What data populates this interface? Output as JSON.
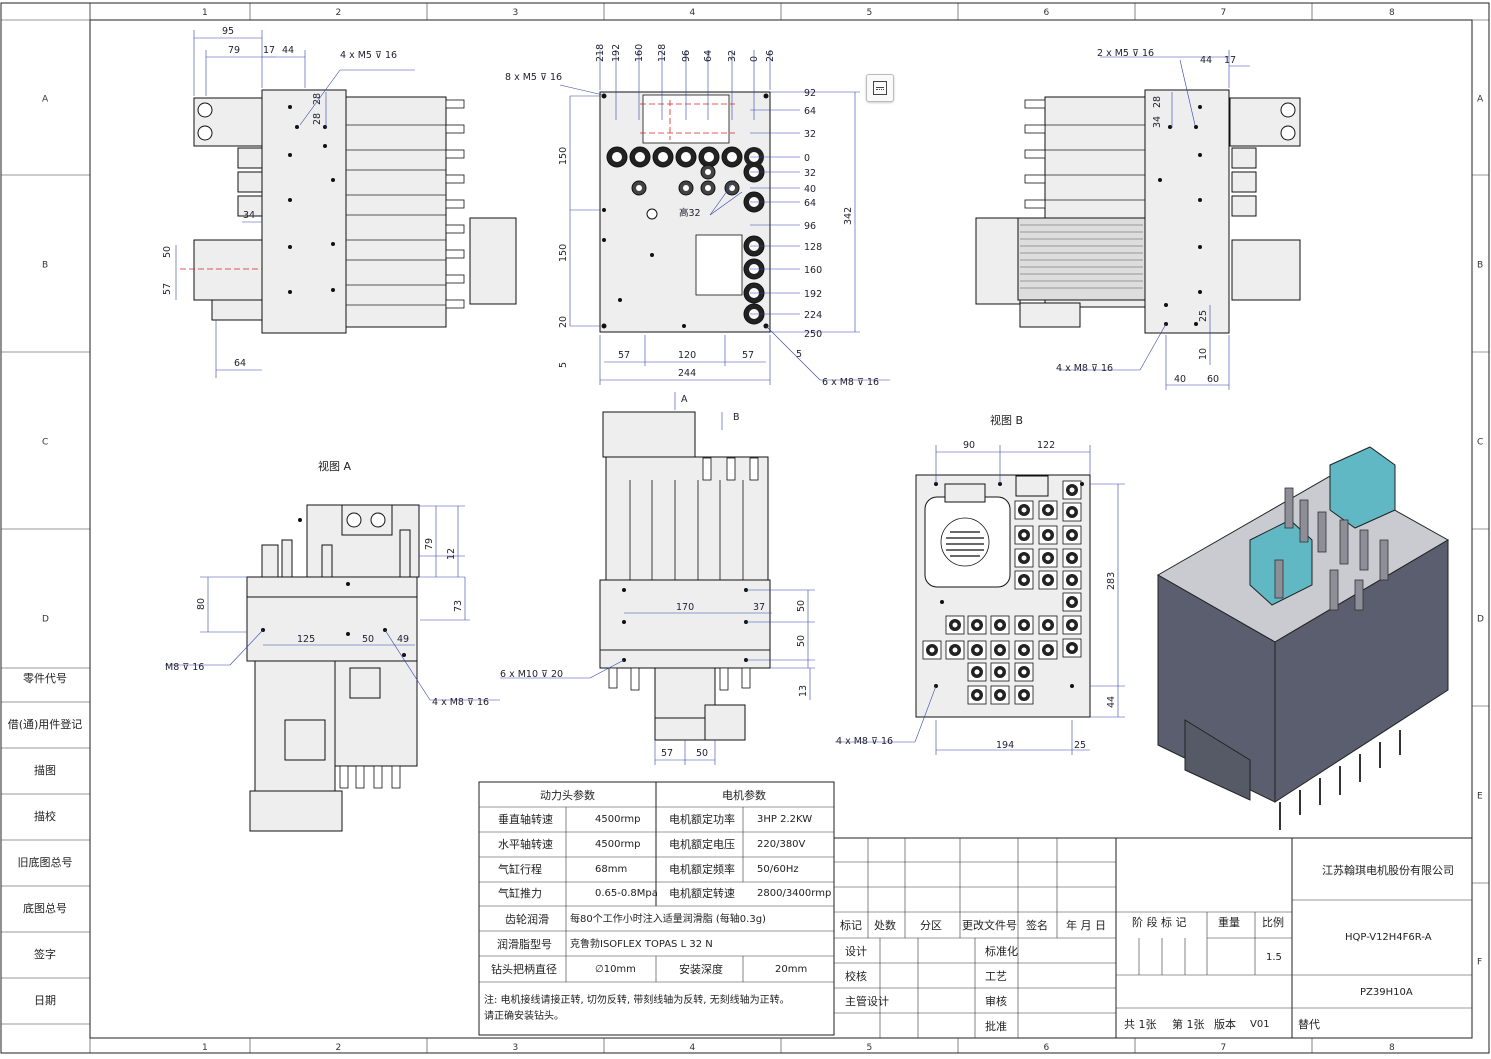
{
  "frame": {
    "columns": [
      "1",
      "2",
      "3",
      "4",
      "5",
      "6",
      "7",
      "8"
    ],
    "rows": [
      "A",
      "B",
      "C",
      "D",
      "E",
      "F"
    ]
  },
  "side_labels": [
    "零件代号",
    "借(通)用件登记",
    "描图",
    "描校",
    "旧底图总号",
    "底图总号",
    "签字",
    "日期"
  ],
  "views": {
    "view_a_label": "视图 A",
    "view_b_label": "视图 B",
    "arrow_a": "A",
    "arrow_b": "B"
  },
  "callouts": {
    "m5_4x": "4 x  M5 ⊽ 16",
    "m5_8x": "8 x  M5 ⊽ 16",
    "m5_2x": "2 x  M5 ⊽ 16",
    "m8_6x": "6 x M8 ⊽ 16",
    "m8_4x_tr": "4 x  M8 ⊽ 16",
    "m8_single": "M8 ⊽ 16",
    "m8_4x_va": "4 x  M8 ⊽ 16",
    "m10_6x": "6 x  M10 ⊽ 20",
    "m8_4x_vb": "4 x  M8 ⊽ 16",
    "height_note": "高32"
  },
  "dims": {
    "top_left": [
      "95",
      "79",
      "17",
      "44",
      "34",
      "28",
      "28",
      "50",
      "57",
      "64"
    ],
    "top_mid_x": [
      "218",
      "192",
      "160",
      "128",
      "96",
      "64",
      "32",
      "0",
      "26"
    ],
    "top_mid_y": [
      "92",
      "64",
      "32",
      "0",
      "32",
      "40",
      "64",
      "96",
      "128",
      "160",
      "192",
      "224",
      "250"
    ],
    "top_mid_other": [
      "150",
      "150",
      "20",
      "5",
      "342",
      "57",
      "120",
      "57",
      "244",
      "5"
    ],
    "top_right": [
      "44",
      "17",
      "28",
      "34",
      "25",
      "10",
      "40",
      "60"
    ],
    "view_a": [
      "79",
      "12",
      "80",
      "73",
      "125",
      "50",
      "49"
    ],
    "front": [
      "170",
      "37",
      "50",
      "50",
      "13",
      "57",
      "50"
    ],
    "view_b": [
      "90",
      "122",
      "283",
      "194",
      "25",
      "44"
    ]
  },
  "params_table": {
    "header_left": "动力头参数",
    "header_right": "电机参数",
    "rows": [
      [
        "垂直轴转速",
        "4500rmp",
        "电机额定功率",
        "3HP  2.2KW"
      ],
      [
        "水平轴转速",
        "4500rmp",
        "电机额定电压",
        "220/380V"
      ],
      [
        "气缸行程",
        "68mm",
        "电机额定频率",
        "50/60Hz"
      ],
      [
        "气缸推力",
        "0.65-0.8Mpa",
        "电机额定转速",
        "2800/3400rmp"
      ]
    ],
    "lube_label": "齿轮润滑",
    "lube_value": "每80个工作小时注入适量润滑脂 (每轴0.3g)",
    "grease_label": "润滑脂型号",
    "grease_value": "克鲁勃ISOFLEX TOPAS L 32 N",
    "chuck_label": "钻头把柄直径",
    "chuck_value": "∅10mm",
    "depth_label": "安装深度",
    "depth_value": "20mm",
    "note_line1": "注: 电机接线请接正转, 切勿反转, 带刻线轴为反转, 无刻线轴为正转。",
    "note_line2": "请正确安装钻头。"
  },
  "title_block": {
    "company": "江苏翰琪电机股份有限公司",
    "part_no": "HQP-V12H4F6R-A",
    "drawing_no": "PZ39H10A",
    "rev_headers": [
      "标记",
      "处数",
      "分区",
      "更改文件号",
      "签名",
      "年 月 日"
    ],
    "sign_rows": [
      [
        "设计",
        "标准化"
      ],
      [
        "校核",
        "工艺"
      ],
      [
        "主管设计",
        "审核"
      ],
      [
        "",
        "批准"
      ]
    ],
    "stage_label": "阶 段 标 记",
    "weight_label": "重量",
    "scale_label": "比例",
    "scale_value": "1.5",
    "sheets_total": "共 1张",
    "sheet_no": "第 1张",
    "version_label": "版本",
    "version_value": "V01",
    "replace_label": "替代"
  },
  "colors": {
    "line": "#222222",
    "render_body": "#5a5e6e",
    "render_top": "#c9cbd1",
    "render_valve": "#5fb8c4"
  }
}
